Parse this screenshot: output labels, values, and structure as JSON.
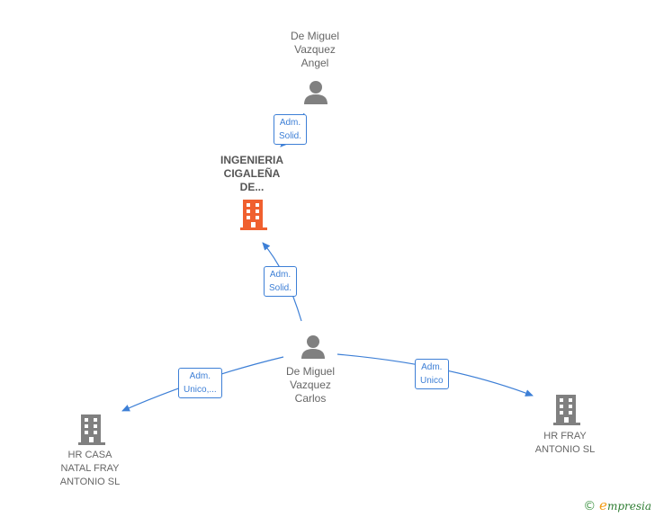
{
  "nodes": {
    "person_top": {
      "label_lines": [
        "De Miguel",
        "Vazquez",
        "Angel"
      ],
      "icon": "person-icon"
    },
    "company_focus": {
      "label_lines": [
        "INGENIERIA",
        "CIGALEÑA",
        "DE..."
      ],
      "icon": "building-icon",
      "color": "#f0602f"
    },
    "person_center": {
      "label_lines": [
        "De Miguel",
        "Vazquez",
        "Carlos"
      ],
      "icon": "person-icon"
    },
    "company_left": {
      "label_lines": [
        "HR CASA",
        "NATAL FRAY",
        "ANTONIO  SL"
      ],
      "icon": "building-icon"
    },
    "company_right": {
      "label_lines": [
        "HR FRAY",
        "ANTONIO  SL"
      ],
      "icon": "building-icon"
    }
  },
  "edges": {
    "top_to_focus": {
      "label_lines": [
        "Adm.",
        "Solid."
      ]
    },
    "center_to_focus": {
      "label_lines": [
        "Adm.",
        "Solid."
      ]
    },
    "center_to_left": {
      "label_lines": [
        "Adm.",
        "Unico,..."
      ]
    },
    "center_to_right": {
      "label_lines": [
        "Adm.",
        "Unico"
      ]
    }
  },
  "colors": {
    "edge": "#3d7fd6",
    "node_gray": "#808080",
    "focus": "#f0602f"
  },
  "footer": {
    "copyright": "©",
    "brand_initial": "e",
    "brand_rest": "mpresia"
  }
}
